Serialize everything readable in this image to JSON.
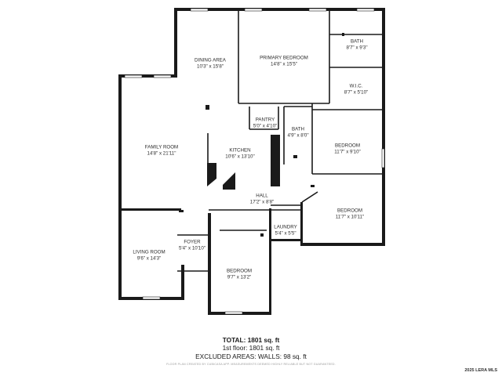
{
  "rooms": [
    {
      "id": "dining-area",
      "name": "DINING AREA",
      "dims": "10'3\" x 15'8\""
    },
    {
      "id": "primary-bedroom",
      "name": "PRIMARY BEDROOM",
      "dims": "14'8\" x 15'5\""
    },
    {
      "id": "bath-primary",
      "name": "BATH",
      "dims": "8'7\" x 9'3\""
    },
    {
      "id": "wic",
      "name": "W.I.C.",
      "dims": "8'7\" x 5'10\""
    },
    {
      "id": "pantry",
      "name": "PANTRY",
      "dims": "5'0\" x 4'10\""
    },
    {
      "id": "bath-hall",
      "name": "BATH",
      "dims": "4'9\" x 8'0\""
    },
    {
      "id": "family-room",
      "name": "FAMILY ROOM",
      "dims": "14'8\" x 21'11\""
    },
    {
      "id": "kitchen",
      "name": "KITCHEN",
      "dims": "10'6\" x 13'10\""
    },
    {
      "id": "bedroom-east-upper",
      "name": "BEDROOM",
      "dims": "11'7\" x 9'10\""
    },
    {
      "id": "hall",
      "name": "HALL",
      "dims": "17'2\" x 8'8\""
    },
    {
      "id": "bedroom-east-lower",
      "name": "BEDROOM",
      "dims": "11'7\" x 10'11\""
    },
    {
      "id": "laundry",
      "name": "LAUNDRY",
      "dims": "5'4\" x 5'5\""
    },
    {
      "id": "foyer",
      "name": "FOYER",
      "dims": "5'4\" x 10'10\""
    },
    {
      "id": "living-room",
      "name": "LIVING ROOM",
      "dims": "9'6\" x 14'3\""
    },
    {
      "id": "bedroom-front",
      "name": "BEDROOM",
      "dims": "9'7\" x 13'2\""
    }
  ],
  "totals": {
    "total": "TOTAL: 1801 sq. ft",
    "floor": "1st floor: 1801 sq. ft",
    "excluded": "EXCLUDED AREAS: WALLS: 98 sq. ft"
  },
  "disclaimer": "FLOOR PLAN CREATED BY CUBICASA APP. MEASUREMENTS DEEMED HIGHLY RELIABLE BUT NOT GUARANTEED.",
  "copyright": "2025 LERA MLS"
}
